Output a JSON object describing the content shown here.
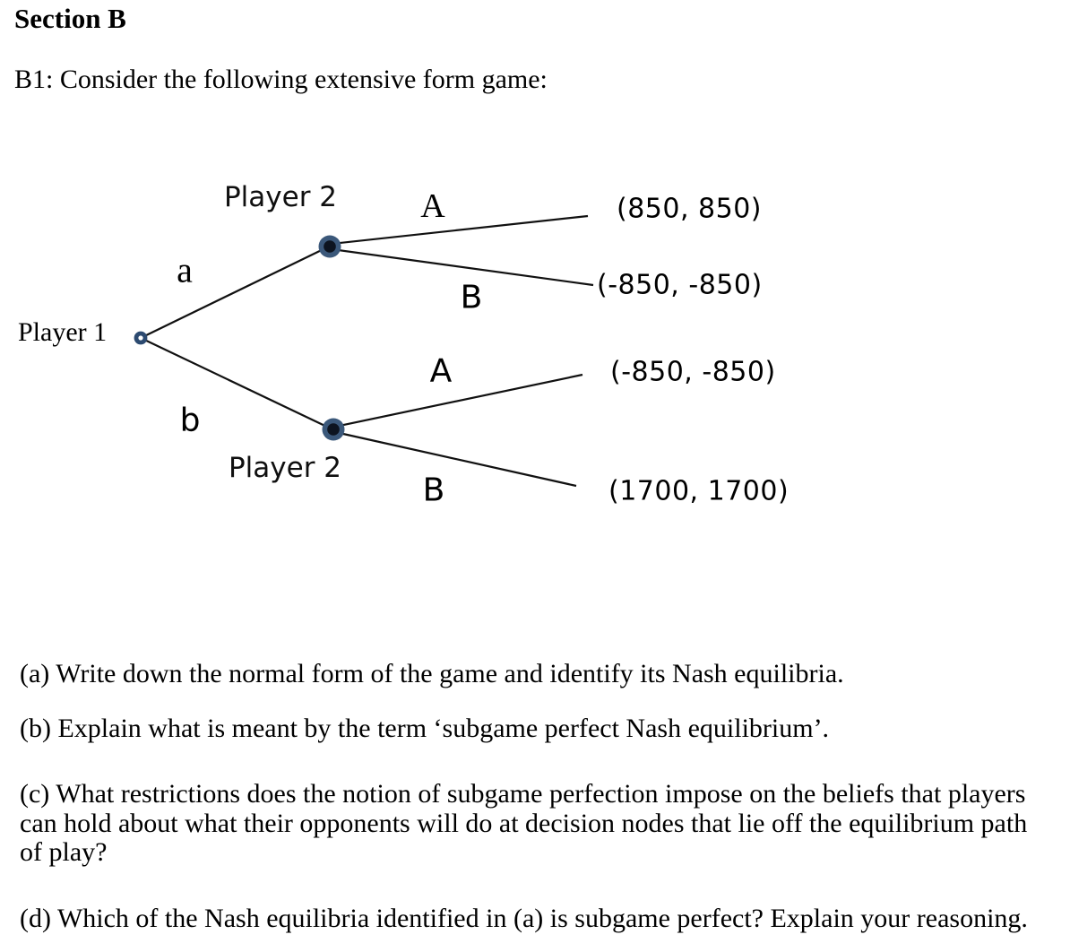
{
  "document": {
    "section_title": "Section B",
    "intro": "B1: Consider the following extensive form game:",
    "questions": {
      "a": "(a) Write down the normal form of the game and identify its Nash equilibria.",
      "b": "(b) Explain what is meant by the term ‘subgame perfect Nash equilibrium’.",
      "c_lines": [
        "(c) What restrictions does the notion of subgame perfection impose on the beliefs that players",
        "can hold about what their opponents will do at decision nodes that lie off the equilibrium path",
        "of play?"
      ],
      "d": "(d) Which of the Nash equilibria identified in (a) is subgame perfect? Explain your reasoning."
    }
  },
  "game_tree": {
    "root_player": "Player 1",
    "upper_node_player": "Player 2",
    "lower_node_player": "Player 2",
    "root_action_up": "a",
    "root_action_down": "b",
    "upper_action_up": "A",
    "upper_action_down": "B",
    "lower_action_up": "A",
    "lower_action_down": "B",
    "payoff_aA": "(850, 850)",
    "payoff_aB": "(-850, -850)",
    "payoff_bA": "(-850, -850)",
    "payoff_bB": "(1700, 1700)",
    "colors": {
      "edge": "#111111",
      "node_ring": "#3b587a",
      "node_core": "#0d1420",
      "root_ring": "#2c4a70",
      "root_fill": "#ffffff"
    }
  }
}
